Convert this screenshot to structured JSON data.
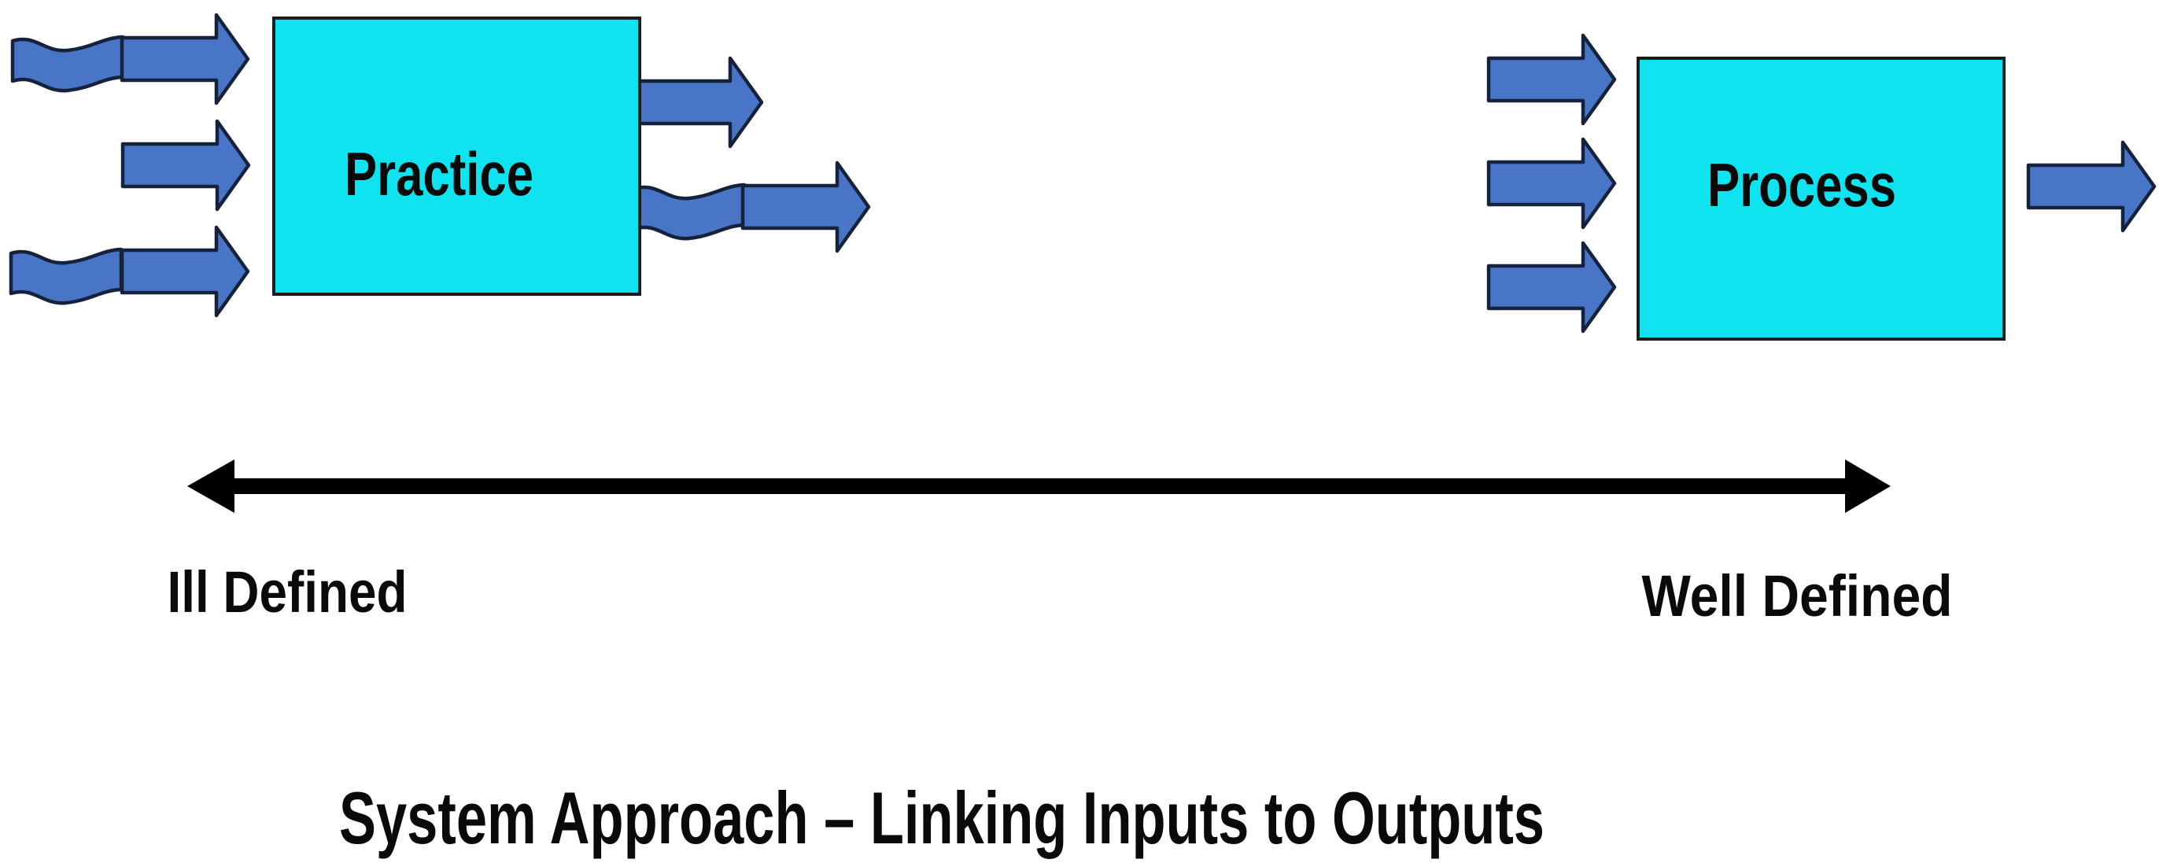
{
  "diagram": {
    "title": "System Approach – Linking Inputs to Outputs",
    "colors": {
      "background": "#FFFFFF",
      "box_fill": "#0EE3EF",
      "box_border": "#1C1C1C",
      "arrow_fill": "#4875C6",
      "arrow_border": "#16223C",
      "spectrum_arrow": "#000000",
      "text": "#0A0A0A"
    },
    "practice": {
      "label": "Practice",
      "inputs": [
        {
          "style": "wavy"
        },
        {
          "style": "straight"
        },
        {
          "style": "wavy"
        }
      ],
      "outputs": [
        {
          "style": "straight"
        },
        {
          "style": "wavy"
        }
      ]
    },
    "process": {
      "label": "Process",
      "inputs": [
        {
          "style": "straight"
        },
        {
          "style": "straight"
        },
        {
          "style": "straight"
        }
      ],
      "outputs": [
        {
          "style": "straight"
        }
      ]
    },
    "spectrum": {
      "left_label": "Ill Defined",
      "right_label": "Well Defined"
    }
  }
}
